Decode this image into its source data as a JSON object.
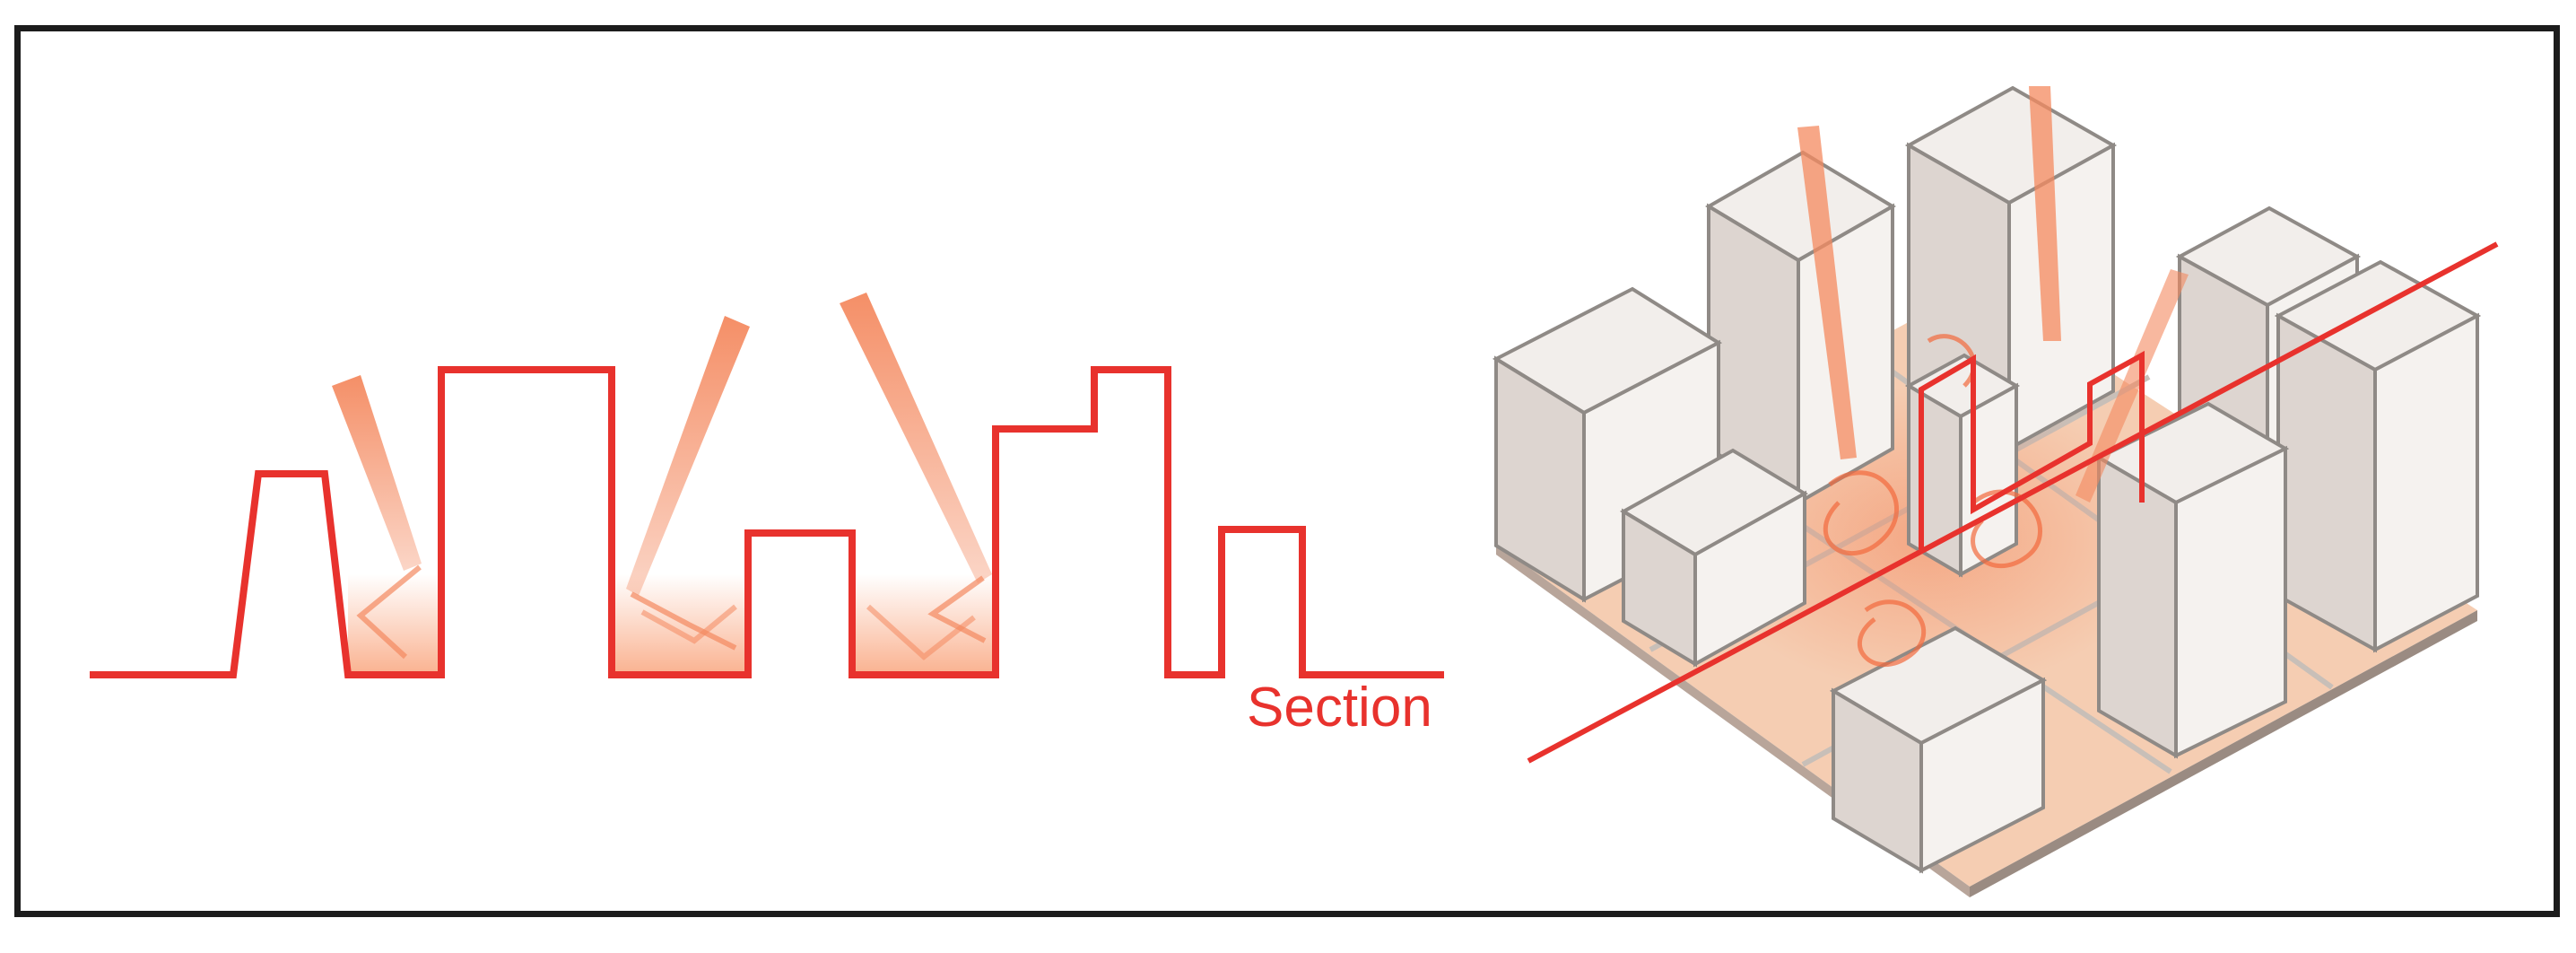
{
  "diagram": {
    "section_label": "Section",
    "colors": {
      "section_line": "#e8322d",
      "light_ray": "#f4895f",
      "ground_glow": "#f9a47c",
      "building_top": "#f2eeeb",
      "building_side": "#ddd5d0",
      "building_front": "#f5f2ef",
      "building_edge": "#8f8a86",
      "base_plate": "#f5cdb2",
      "frame": "#1c1c1c"
    },
    "icons": [
      "section-profile-diagram",
      "isometric-city-block-diagram"
    ]
  }
}
